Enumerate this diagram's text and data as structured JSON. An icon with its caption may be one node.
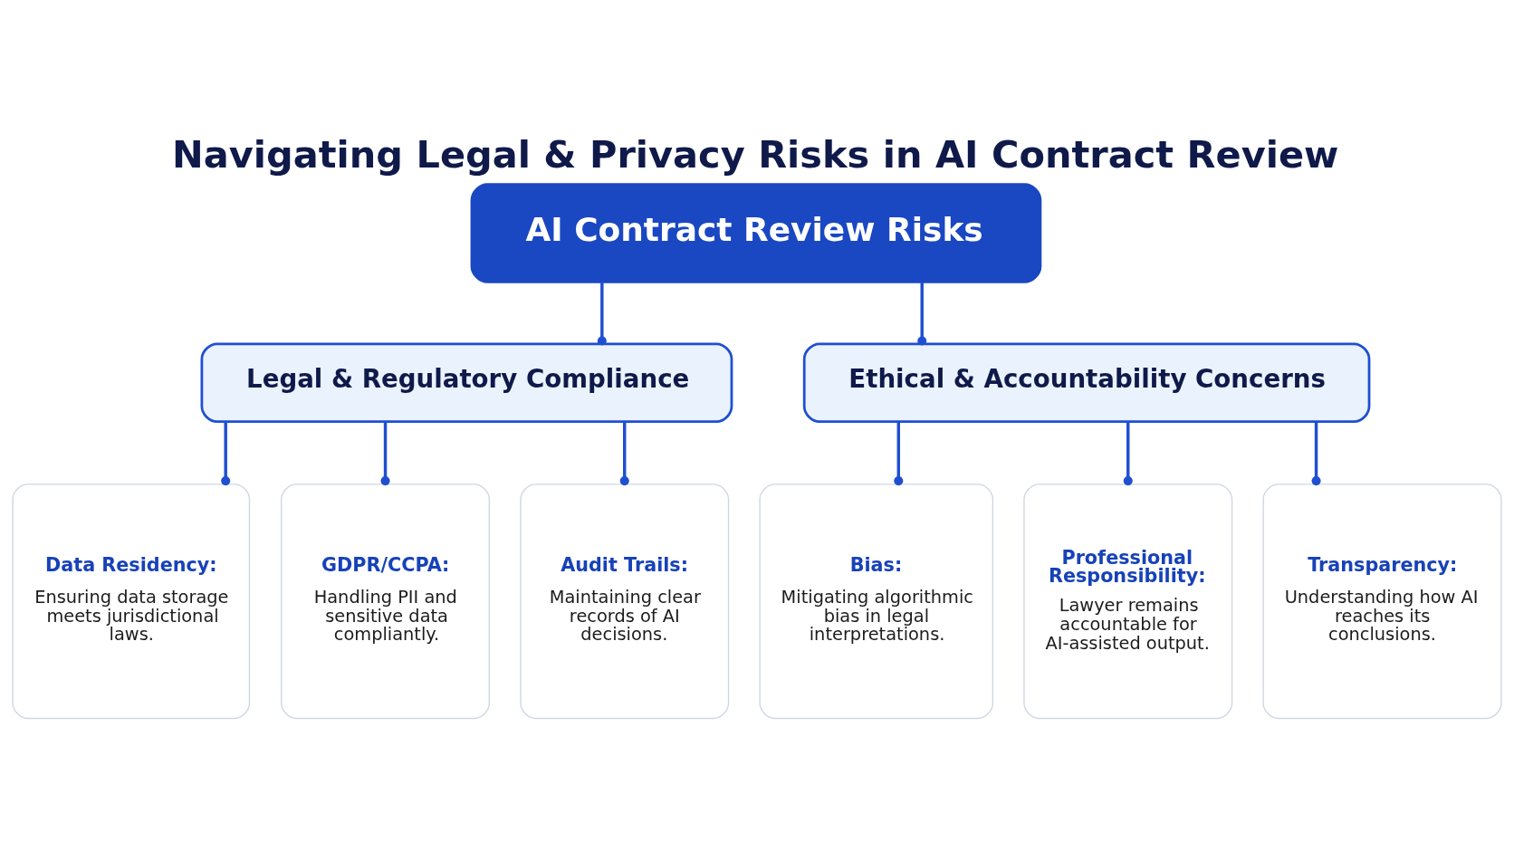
{
  "diagram": {
    "title": "Navigating Legal & Privacy Risks in AI Contract Review",
    "nodes": [
      {
        "text": [
          "AI Contract Review Risks"
        ]
      },
      {
        "text": [
          "Legal & Regulatory Compliance"
        ]
      },
      {
        "text": [
          "Ethical & Accountability Concerns"
        ]
      },
      {
        "text": [
          "Data Residency:",
          "Ensuring data storage meets jurisdictional laws."
        ]
      },
      {
        "text": [
          "GDPR/CCPA:",
          "Handling PII and sensitive data compliantly."
        ]
      },
      {
        "text": [
          "Audit Trails:",
          "Maintaining clear records of AI decisions."
        ]
      },
      {
        "text": [
          "Bias:",
          "Mitigating algorithmic bias in legal interpretations."
        ]
      },
      {
        "text": [
          "Professional Responsibility:",
          "Lawyer remains accountable for AI-assisted output."
        ]
      },
      {
        "text": [
          "Transparency:",
          "Understanding how AI reaches its conclusions."
        ]
      }
    ],
    "edges": [
      {
        "from": 0,
        "to": 1,
        "arrow": "other"
      },
      {
        "from": 0,
        "to": 2,
        "arrow": "other"
      },
      {
        "from": 1,
        "to": 3,
        "arrow": "other"
      },
      {
        "from": 1,
        "to": 4,
        "arrow": "other"
      },
      {
        "from": 1,
        "to": 5,
        "arrow": "other"
      },
      {
        "from": 2,
        "to": 6,
        "arrow": "other"
      },
      {
        "from": 2,
        "to": 7,
        "arrow": "other"
      },
      {
        "from": 2,
        "to": 8,
        "arrow": "other"
      }
    ]
  }
}
